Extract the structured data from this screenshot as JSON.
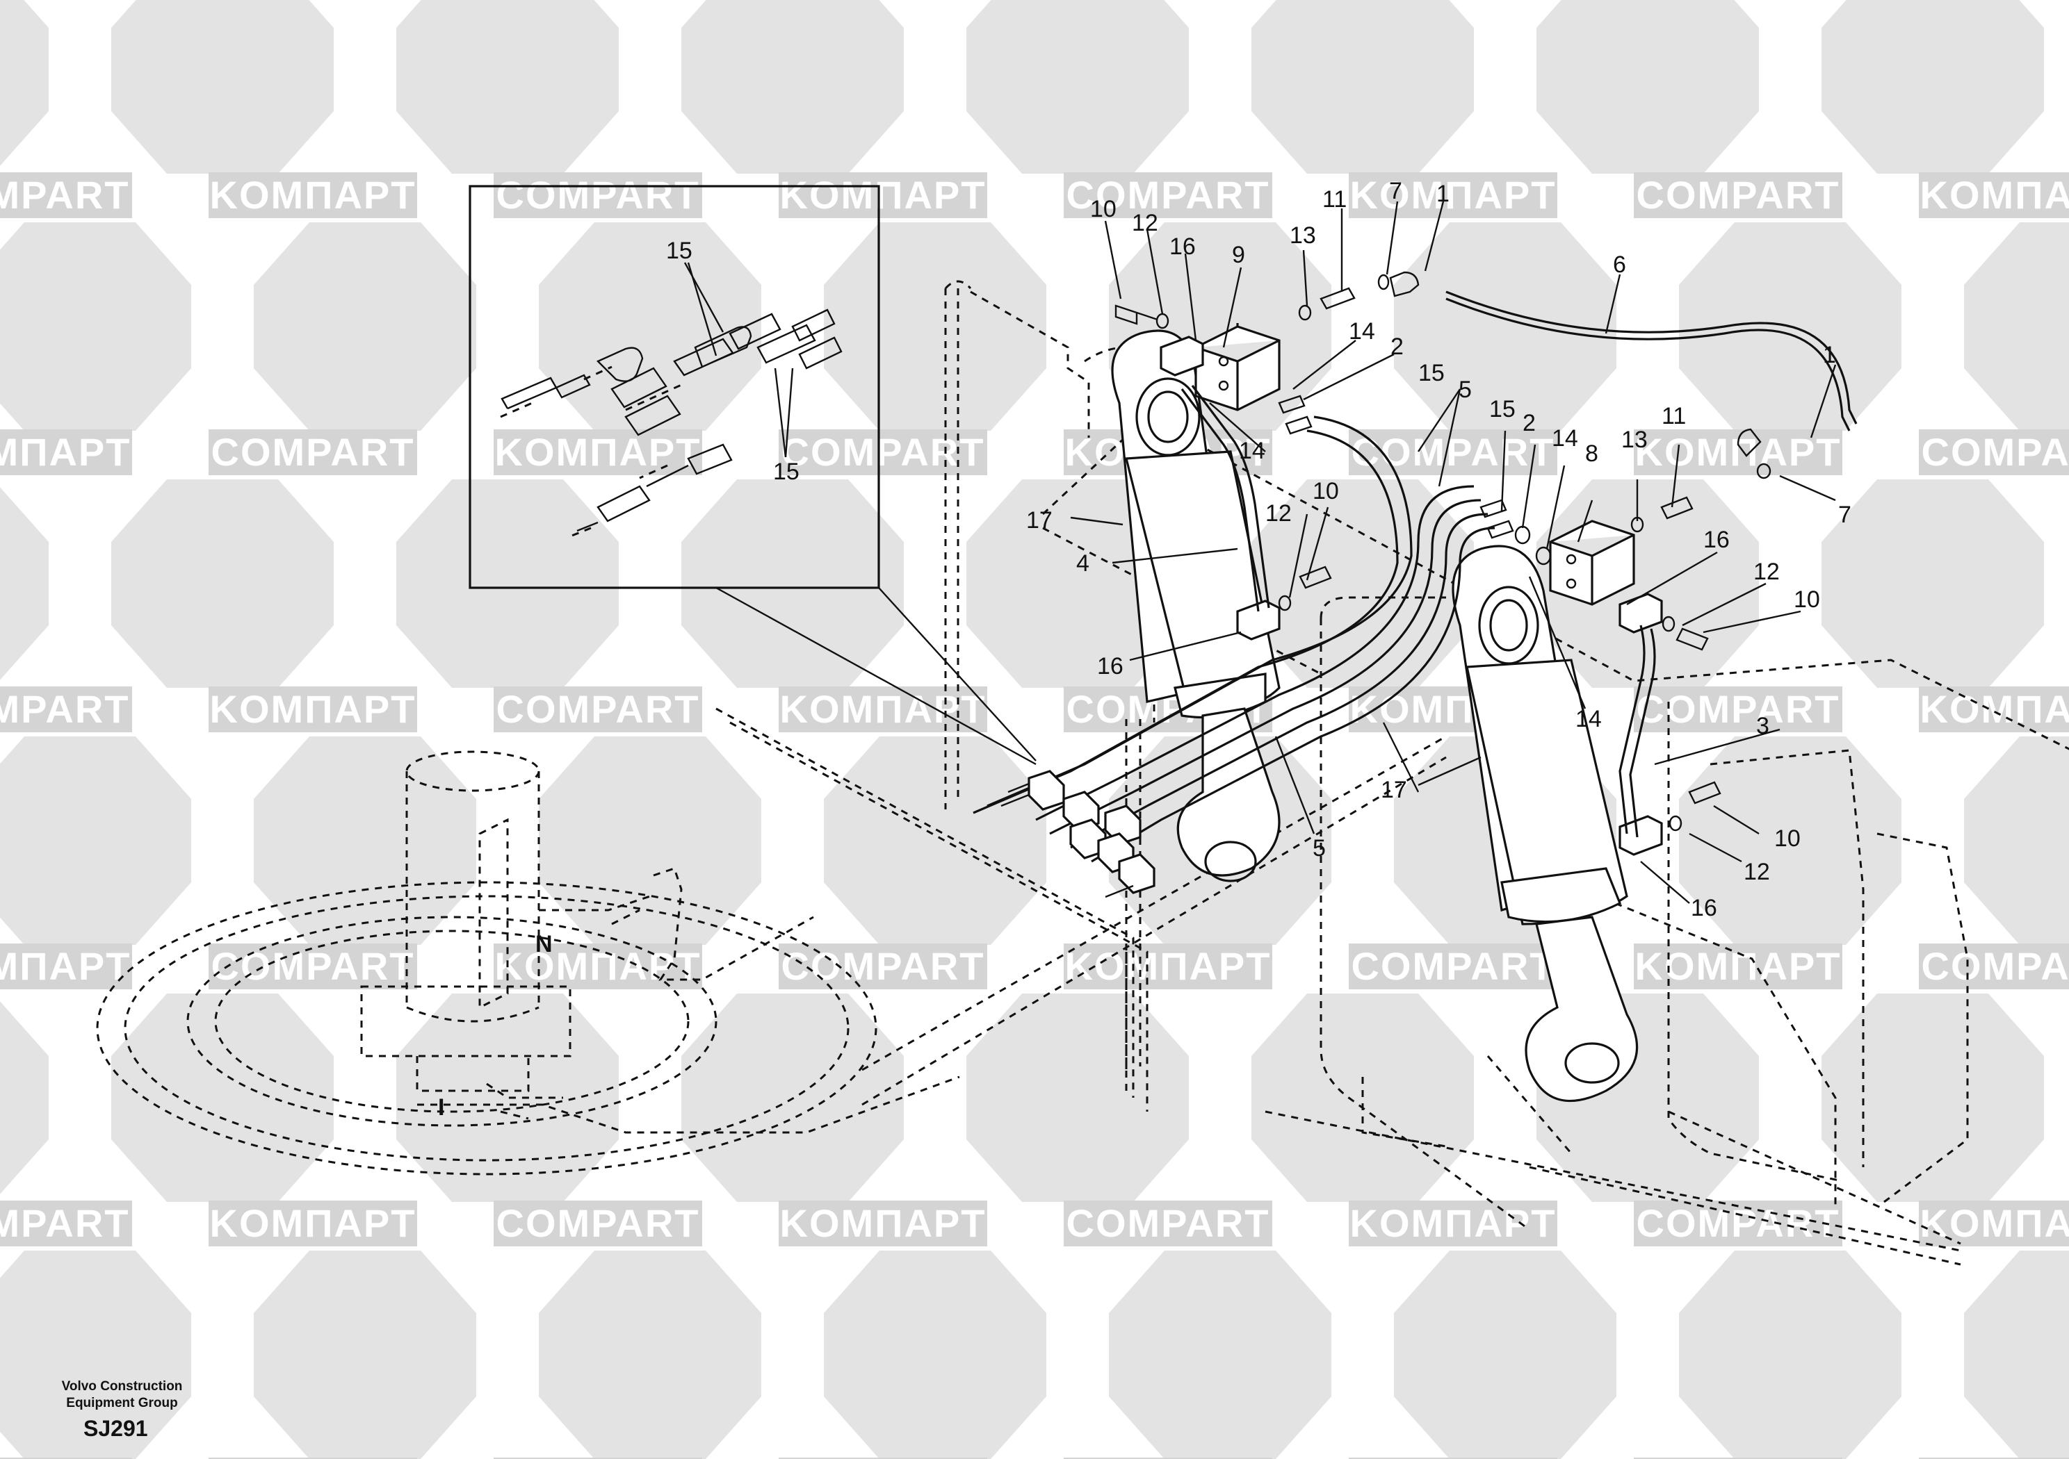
{
  "watermarks": [
    "COMPART",
    "KOMПAPT"
  ],
  "callouts": [
    "1",
    "2",
    "3",
    "4",
    "5",
    "6",
    "7",
    "8",
    "9",
    "10",
    "11",
    "12",
    "13",
    "14",
    "15",
    "16",
    "17"
  ],
  "view_labels": [
    "N",
    "I"
  ],
  "footer": {
    "org_line1": "Volvo Construction",
    "org_line2": "Equipment Group",
    "code": "SJ291"
  },
  "colors": {
    "ink": "#111111",
    "watermark_hex": "#e3e3e3",
    "watermark_bar": "#d4d4d4",
    "background": "#ffffff"
  }
}
